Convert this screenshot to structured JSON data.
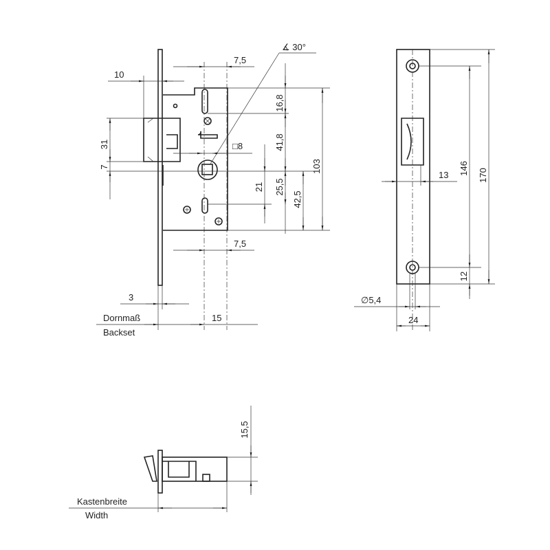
{
  "drawing": {
    "front_view": {
      "dims": {
        "top_cylinder_offset": "7,5",
        "latch_projection": "10",
        "angle": "30°",
        "top_to_follower": "16,8",
        "follower_to_spindle": "41,8",
        "spindle_square": "8",
        "latch_height": "31",
        "latch_offset": "7",
        "spindle_to_keyhole": "21",
        "spindle_to_cyl": "25,5",
        "spindle_to_bottom": "42,5",
        "case_height": "103",
        "bottom_cylinder_offset": "7,5",
        "faceplate_thickness": "3",
        "backset": "15"
      },
      "backset_label_de": "Dornmaß",
      "backset_label_en": "Backset"
    },
    "strike_view": {
      "dims": {
        "depth": "13",
        "hole_spacing": "146",
        "length": "170",
        "hole_edge": "12",
        "hole_diameter": "5,4",
        "width": "24"
      }
    },
    "bottom_view": {
      "dims": {
        "height": "15,5"
      },
      "width_label_de": "Kastenbreite",
      "width_label_en": "Width"
    }
  }
}
